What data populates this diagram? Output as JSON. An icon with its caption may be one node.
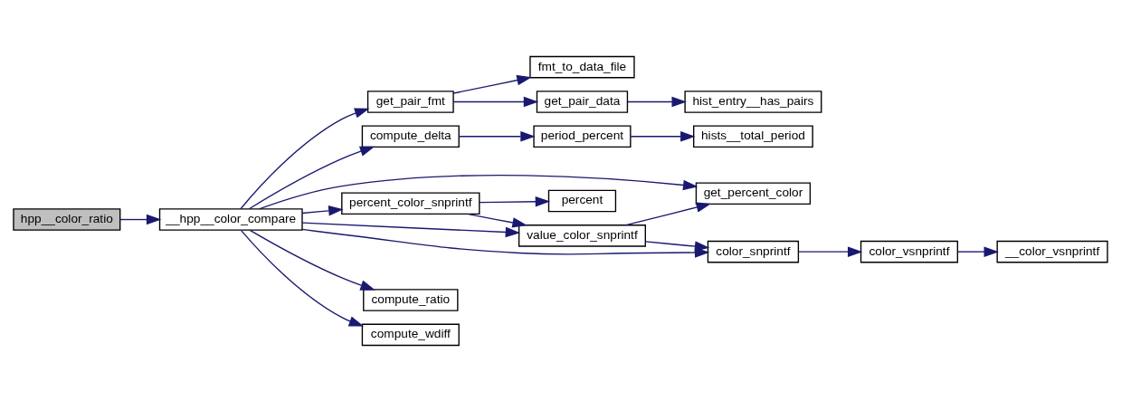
{
  "diagram": {
    "nodes": [
      {
        "text": [
          "hpp__color_ratio"
        ]
      },
      {
        "text": [
          "__hpp__color_compare"
        ]
      },
      {
        "text": [
          "get_pair_fmt"
        ]
      },
      {
        "text": [
          "get_pair_data"
        ]
      },
      {
        "text": [
          "hist_entry__has_pairs"
        ]
      },
      {
        "text": [
          "fmt_to_data_file"
        ]
      },
      {
        "text": [
          "compute_delta"
        ]
      },
      {
        "text": [
          "period_percent"
        ]
      },
      {
        "text": [
          "hists__total_period"
        ]
      },
      {
        "text": [
          "percent_color_snprintf"
        ]
      },
      {
        "text": [
          "percent"
        ]
      },
      {
        "text": [
          "get_percent_color"
        ]
      },
      {
        "text": [
          "value_color_snprintf"
        ]
      },
      {
        "text": [
          "color_snprintf"
        ]
      },
      {
        "text": [
          "color_vsnprintf"
        ]
      },
      {
        "text": [
          "__color_vsnprintf"
        ]
      },
      {
        "text": [
          "compute_ratio"
        ]
      },
      {
        "text": [
          "compute_wdiff"
        ]
      }
    ],
    "edges": [
      {
        "from": 0,
        "to": 1,
        "arrow": "to"
      },
      {
        "from": 1,
        "to": 2,
        "arrow": "to"
      },
      {
        "from": 2,
        "to": 3,
        "arrow": "to"
      },
      {
        "from": 3,
        "to": 4,
        "arrow": "to"
      },
      {
        "from": 2,
        "to": 5,
        "arrow": "to"
      },
      {
        "from": 1,
        "to": 6,
        "arrow": "to"
      },
      {
        "from": 6,
        "to": 7,
        "arrow": "to"
      },
      {
        "from": 7,
        "to": 8,
        "arrow": "to"
      },
      {
        "from": 1,
        "to": 11,
        "arrow": "to"
      },
      {
        "from": 1,
        "to": 9,
        "arrow": "to"
      },
      {
        "from": 9,
        "to": 10,
        "arrow": "to"
      },
      {
        "from": 9,
        "to": 12,
        "arrow": "to"
      },
      {
        "from": 12,
        "to": 11,
        "arrow": "to"
      },
      {
        "from": 12,
        "to": 13,
        "arrow": "to"
      },
      {
        "from": 13,
        "to": 14,
        "arrow": "to"
      },
      {
        "from": 14,
        "to": 15,
        "arrow": "to"
      },
      {
        "from": 1,
        "to": 12,
        "arrow": "to"
      },
      {
        "from": 1,
        "to": 13,
        "arrow": "to"
      },
      {
        "from": 1,
        "to": 16,
        "arrow": "to"
      },
      {
        "from": 1,
        "to": 17,
        "arrow": "to"
      }
    ]
  }
}
